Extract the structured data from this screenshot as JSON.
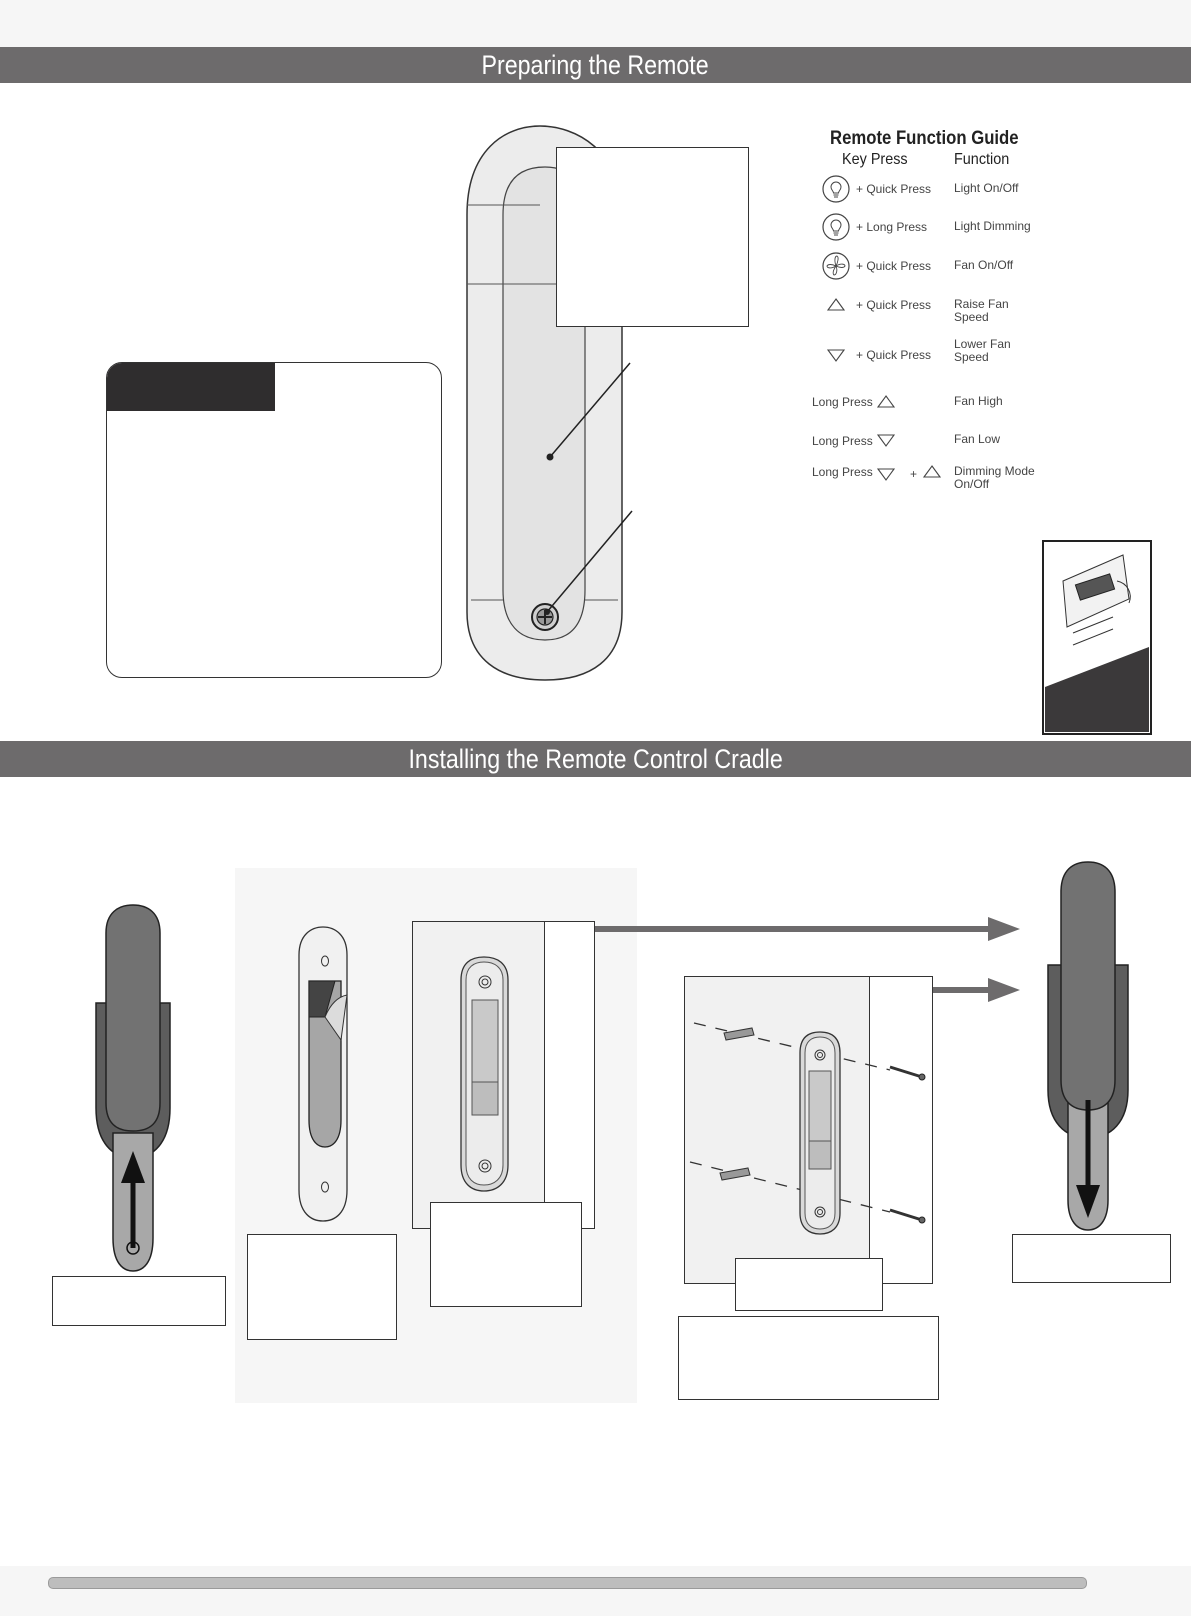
{
  "sections": {
    "preparing_title": "Preparing the Remote",
    "installing_title": "Installing the Remote Control Cradle"
  },
  "guide": {
    "title": "Remote Function Guide",
    "col_key": "Key Press",
    "col_function": "Function",
    "rows": [
      {
        "icon": "light-bulb-icon",
        "lead": "",
        "press": "+ Quick Press",
        "function": "Light On/Off"
      },
      {
        "icon": "light-bulb-icon",
        "lead": "",
        "press": "+ Long Press",
        "function": "Light Dimming"
      },
      {
        "icon": "fan-icon",
        "lead": "",
        "press": "+ Quick Press",
        "function": "Fan On/Off"
      },
      {
        "icon": "triangle-up-icon",
        "lead": "",
        "press": "+ Quick Press",
        "function": "Raise Fan Speed"
      },
      {
        "icon": "triangle-down-icon",
        "lead": "",
        "press": "+ Quick Press",
        "function": "Lower Fan Speed"
      },
      {
        "icon": "triangle-up-icon",
        "lead": "Long Press",
        "press": "",
        "function": "Fan High"
      },
      {
        "icon": "triangle-down-icon",
        "lead": "Long Press",
        "press": "",
        "function": "Fan Low"
      },
      {
        "icon": "triangle-down-plus-up-icon",
        "lead": "Long Press",
        "press": "+",
        "function": "Dimming Mode On/Off"
      }
    ]
  },
  "colors": {
    "section_bar": "#6d6b6c",
    "dark_tab": "#2f2d2e",
    "remote_body": "#e9e9e9",
    "remote_dark": "#6f6f6f",
    "cradle": "#5d5d5d"
  }
}
